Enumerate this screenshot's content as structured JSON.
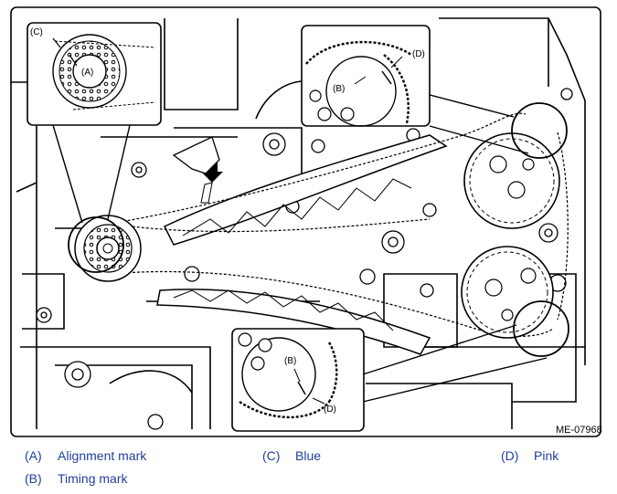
{
  "figure": {
    "code": "ME-07968",
    "callouts": {
      "A": "(A)",
      "B": "(B)",
      "C": "(C)",
      "D": "(D)"
    }
  },
  "legend": [
    {
      "key": "(A)",
      "label": "Alignment mark"
    },
    {
      "key": "(C)",
      "label": "Blue"
    },
    {
      "key": "(D)",
      "label": "Pink"
    },
    {
      "key": "(B)",
      "label": "Timing mark"
    }
  ],
  "colors": {
    "legend_text": "#1f3f9f",
    "line": "#000000"
  }
}
